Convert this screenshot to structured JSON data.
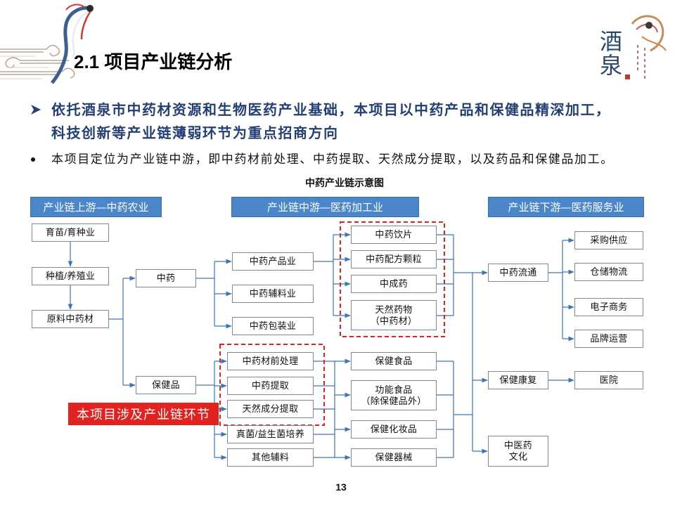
{
  "slide": {
    "title": "2.1 项目产业链分析",
    "page_number": "13"
  },
  "logo": {
    "characters": [
      "酒",
      "泉"
    ]
  },
  "bullets": [
    {
      "lines": [
        "依托酒泉市中药材资源和生物医药产业基础，本项目以中药产品和保健品精深加工，",
        "科技创新等产业链薄弱环节为重点招商方向"
      ]
    },
    {
      "text": "本项目定位为产业链中游，即中药材前处理、中药提取、天然成分提取，以及药品和保健品加工。"
    }
  ],
  "diagram": {
    "title": "中药产业链示意图",
    "stages": {
      "upstream": "产业链上游—中药农业",
      "midstream": "产业链中游—医药加工业",
      "downstream": "产业链下游—医药服务业"
    },
    "upstream_nodes": [
      "育苗/育种业",
      "种植/养殖业",
      "原料中药材"
    ],
    "categories": [
      "中药",
      "保健品"
    ],
    "tcm_industries": [
      "中药产品业",
      "中药辅料业",
      "中药包装业"
    ],
    "health_processing": [
      "中药材前处理",
      "中药提取",
      "天然成分提取",
      "真菌/益生菌培养",
      "其他辅料"
    ],
    "tcm_products": [
      [
        "中药饮片"
      ],
      [
        "中药配方颗粒"
      ],
      [
        "中成药"
      ],
      [
        "天然药物",
        "（中药材）"
      ]
    ],
    "health_products": [
      [
        "保健食品"
      ],
      [
        "功能食品",
        "（除保健品外）"
      ],
      [
        "保健化妆品"
      ],
      [
        "保健器械"
      ]
    ],
    "services": [
      [
        "中药流通"
      ],
      [
        "保健康复"
      ],
      [
        "中医药",
        "文化"
      ]
    ],
    "distribution_channels": [
      "采购供应",
      "仓储物流",
      "电子商务",
      "品牌运营"
    ],
    "rehab_channels": [
      "医院"
    ],
    "highlight_label": "本项目涉及产业链环节"
  },
  "colors": {
    "stage_header": "#4a86c8",
    "stage_header_border": "#3a6ea8",
    "highlight": "#e3211f",
    "connector": "#3d76b8",
    "heading_text": "#243f74",
    "node_border": "#7f8a96"
  }
}
